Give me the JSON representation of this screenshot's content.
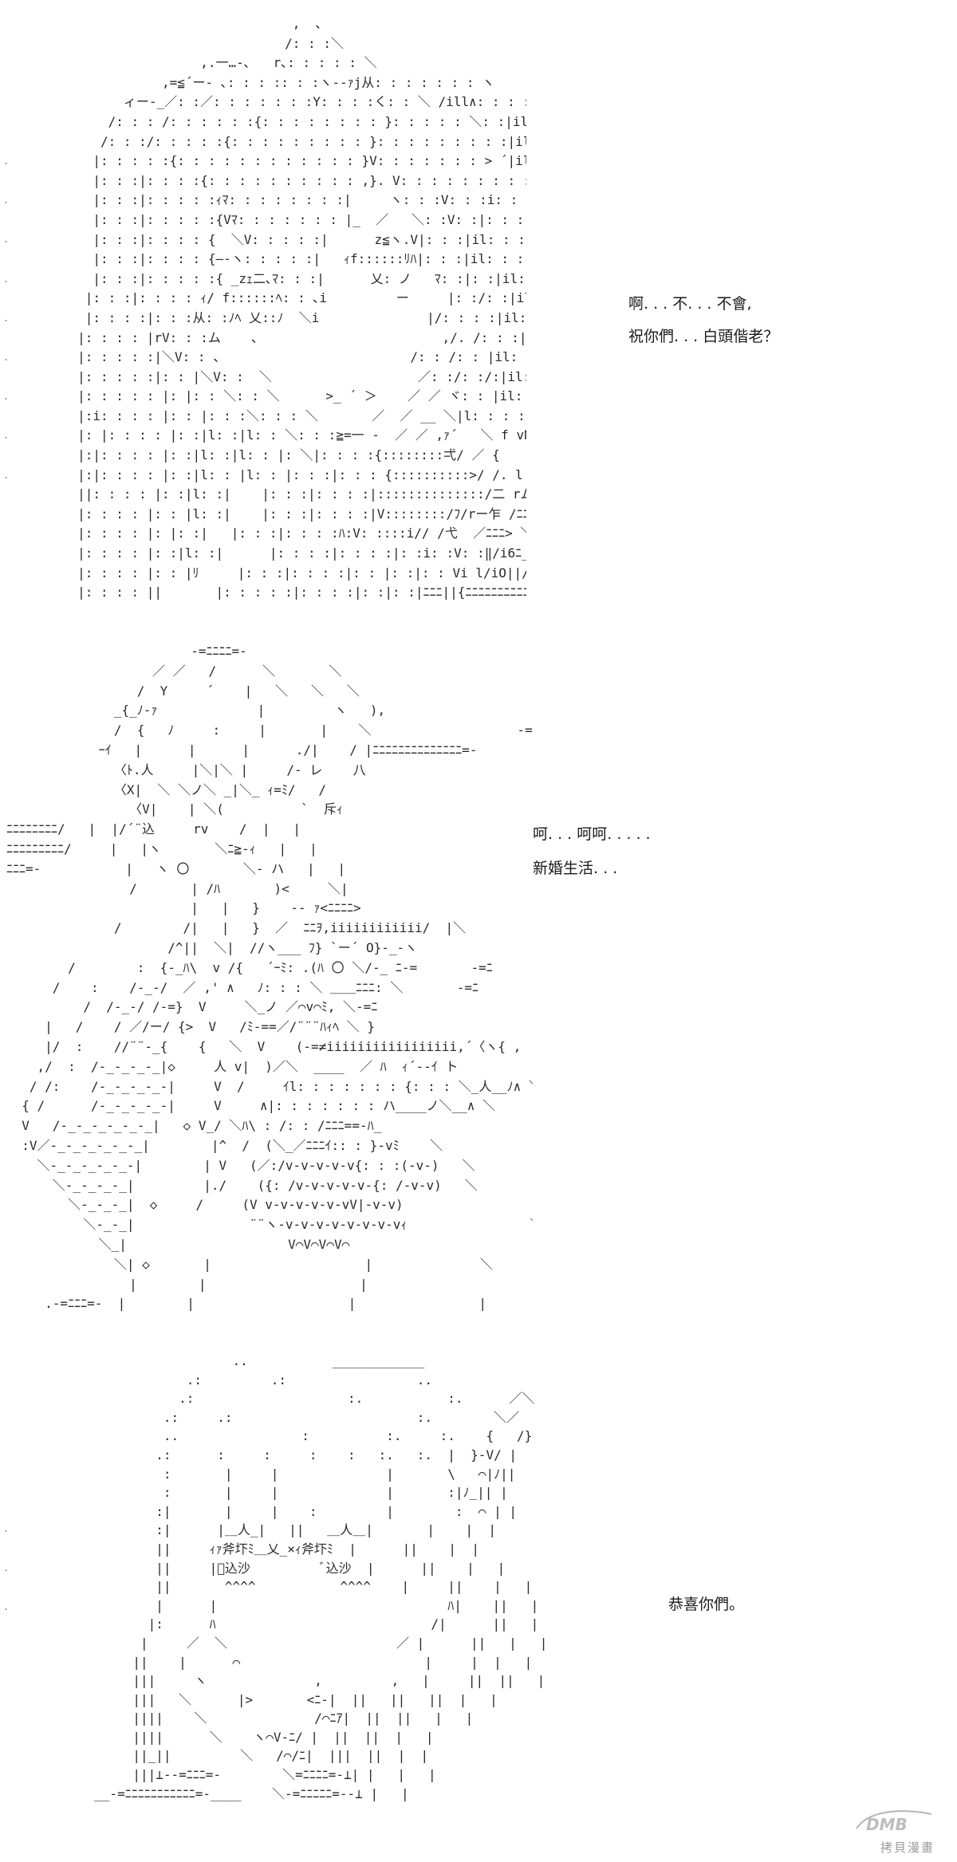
{
  "panels": [
    {
      "art": "                                    ,  ､\n                                   /: : :＼\n                        ,.一…-､   r､: : : : : ＼\n                   ,=≦´ー- ､: : : :: : :ヽ--ｧj从: : : : : : : ヽ\n              ィー-_／: :／: : : : : : :Y: : : :く: : ＼ /ill∧: : : : : : : V\n            /: : : /: : : : : :{: : : : : : : : }: : : : : ＼: :|ililili|i|i: : : : : : V\n           /: : :/: : : : :{: : : : : : : : : }: : : : : : : : :|ililil|ill: :ﾏ: : : : : :V、\n          |: : : : :{: : : : : : : : : : : : }V: : : : : : : > ´|il: :ﾏ: : : : : : V ム\n          |: : :|: : : :{: : : : : : : : : : ,}. V: : : : : : : : : :|il: : :ﾏ: : : : : : : V\n          |: : :|: : : : :ｨﾏ: : : : : : : :|     ヽ: : :V: : :i: : :|il: : ＼ V: : : : : : V\n          |: : :|: : : : :{Vﾏ: : : : : : : |_  ／   ＼: :V: :|: : :|il: : : :二ﾆ: : : : : : V\n          |: : :|: : : : {  ＼V: : : : :|      z≦ヽ.V|: : :|il: : : :       `ヽ: : : : : V\n          |: : :|: : : : {―-ヽ: : : : :|   ｨf::::::ﾘﾊ|: : :|il: : : :|il―― ｱ:V: : : : :\n          |: : :|: : : : :{ _zｪ二､ﾏ: : :|      乂: ノ   ﾏ: :|: :|il: : : : : ／: :＼: : : :\n         |: : :|: : : : ｨ/ f::::::ﾍ: : ､i         ー     |: :/: :|il: : ／: ヽ: : : ＼: :\n         |: : : :|: : :从: :ﾉﾍ 乂::ﾉ  ＼i              |/: : : :|il: : : : :ム: : : : ＼\n        |: : : : |rV: : :ム    ､                        ,/. /: : :|il: : : : : : : ム: : : :\n        |: : : : :|＼V: : 、                        /: : /: : |il: : : : : : : :V: : : :\n        |: : : : :|: : |＼V: :  ＼                   ／: :/: :/:|il: : : : : : : : :V: : :\n        |: : : : : |: |: : ＼: : ＼      >_ ´ ＞    ／ ／ ヾ: : |il: : : : : : : : :V: :\n        |:i: : : : |: : |: : :＼: : : ＼       ／  ／ __ ＼|l: : : : : : : : : : V:\n        |: |: : : : |: :|l: :|l: : ＼: : :≧=一 -  ／ ／ ,ｧ´   ＼ f vNﾉ L: :V\n        |:|: : : : |: :|l: :|l: : |: ＼|: : : :{::::::::弌/ ／ {       ㄐ      }: V\n        |:|: : : : |: :|l: : |l: : |: : :|: : : {::::::::::>/ /. l    r ^ヽ f ヽ´ -=ﾆﾆﾆ=-\n        ||: : : : |: :|l: :|    |: : :|: : : :|::::::::::::::/二 rム  弋   _-=ﾆﾆﾆﾆﾆﾆﾆﾆﾆ\n        |: : : : |: : |l: :|    |: : :|: : : :|V::::::::/ﾌ/rー乍 /ﾆﾆﾆ/      |ﾆﾆﾆ|\n        |: : : : |: |: :|   |: : :|: : : :ﾊ:V: ::::i// /弋  ／ﾆﾆﾆ> ＼    /=ﾆﾆ|\n        |: : : : |: :|l: :|      |: : : :|: : : :|: :i: :V: :‖/i6ﾆ_／ﾆﾆﾆﾆﾆﾆﾆ=-ｨﾆﾆｲ\n        |: : : : |: : |ﾘ     |: : :|: : : :|: : |: :|: : Vi l/iO||/=ﾆﾆﾆﾆﾆﾆﾆﾆﾆﾆﾆﾆﾆﾆ|\n        |: : : : ||       |: : : : :|: : : :|: :|: :|ﾆﾆﾆ||{ﾆﾆﾆﾆﾆﾆﾆﾆﾆﾆﾆﾆﾆﾆﾆ\n        |: : : ﾉ:| |         |: : : :|: : :|: :|: :|:{ﾆﾆﾆ|| ＼ﾆﾆﾆﾆﾆﾆﾆﾆﾆﾆﾆﾆﾆﾆﾆ",
      "speech": [
        "啊. . . 不. . . 不會,",
        "祝你們. . . 白頭偕老？"
      ]
    },
    {
      "art": "                        -=ﾆﾆﾆﾆ=-\n                   ／ ／   /      ＼       ＼\n                 /  Y     ´    |   ＼   ＼   ＼\n              _{_ﾉ-ｧ             |         ヽ   ),                              -=ﾆ\n              /  {   ﾉ     :     |       |    ＼                   -=ﾆﾆﾆﾆﾆ\n            ｰｲ   |      |      |      ./|    / |ﾆﾆﾆﾆﾆﾆﾆﾆﾆﾆﾆﾆﾆﾆ=-\n              〈ﾄ.人     |＼|＼ |     /- レ    八\n              〈X|  ＼ ＼ノ＼ _|＼_ ｨ=ﾐ/   /\n                〈V|    | ＼(          `  斥ｨ\nﾆﾆﾆﾆﾆﾆﾆﾆ/   |  |/´¨込     rv    /  |   |\nﾆﾆﾆﾆﾆﾆﾆﾆﾆ/     |   |ヽ       ＼ﾆ≧-ｨ   |   |\nﾆﾆﾆ=-           |   ヽ 〇       ＼- ハ   |   |\n                /       | /ﾊ       )<     ＼|\n                        |   |   }    -- ｧ<ﾆﾆﾆﾆ>\n              /        /|   |   }  ／  ﾆﾆｦ,iiiiiiiiiiii/  |＼\n                     /^||  ＼|  //ヽ___ ﾌ} `ー´ O}-_-ヽ\n        /        :  {-_ﾊ\\  v /{   ´ｰﾐ: .(ﾊ 〇 ＼/-_ ﾆ-=       -=ﾆ\n      /    :    /-_-/  ／ ,' ∧   ﾉ: : : ＼ ＿＿ﾆﾆﾆ: ＼       -=ﾆ\n          /  /-_-/ /-=}  V     ＼_ノ ／⌒v⌒ﾐ, ＼-=ﾆ\n     |   /    / ／/ー/ {>  V   /ﾐ-==／/¨¨¨ﾊｨﾍ ＼ }\n     |/  :    //¨¨-_{    {   ＼  V    (-=≠iiiiiiiiiiiiiiiii,´〈ヽ{ ,\n    ,/  :  /-_-_-_-_|◇     人 v|  )／＼  ____  ／ ﾊ  ｨ´--ｲ ト\n   / /:    /-_-_-_-_-|     V  /     ｲl: : : : : : : {: : : ＼_人__ﾉ∧ ＼\n  { /      /-_-_-_-_-|     V     ∧|: : : : : : : ハ____ノ＼__∧ ＼\n  V   /-_-_-_-_-_-_|   ◇ V_/ ＼ﾊ\\ : /: : /ﾆﾆﾆ==-ﾊ_\n  :V／-_-_-_-_-_-_|        |^  /  (＼_／ﾆﾆﾆｲ:: : }-vﾐ    ＼\n    ＼-_-_-_-_-_-|        | V   (／:/v-v-v-v-v{: : :(-v-)   ＼\n      ＼-_-_-_-_|         |./    ({: /v-v-v-v-v-{: /-v-v)   ＼\n        ＼-_-_-_|  ◇     /     (V v-v-v-v-v-vV|-v-v)\n          ＼-_-_|               ¨¨ヽ-v-v-v-v-v-v-v-vｨ                ＼\n            ＼_|                     V⌒V⌒V⌒V⌒\n              ＼| ◇       |                    |              ＼        V\n                |        |                    |\n     .-=ﾆﾆﾆ=-  |        |                    |                |",
      "speech": [
        "呵. . . 呵呵. . . . .",
        "新婚生活. . ."
      ]
    },
    {
      "art": "                       ..           ____________\n                 .:         .:                 ..\n                .:                    :.           :.      ／＼\n              .:     .:                        :.        ＼／\n              ..                :          :.     :.    {   /}\n             .:      :     :     :    :   :.   :.  |  }-V/ |\n              :       |     |              |       \\   ⌒|ﾉ||\n              :       |     |              |       :|ﾉ_|| |\n             :|       |     |    :         |        :  ⌒ | |\n             :|      |＿人_|   ||   ＿人＿|       |    |  |\n             ||     ｨｧ斧圷ﾐ＿乂_×ｨ斧圷ﾐ  |      ||    |  |\n             ||     |ﾞ込沙         ﾞ込沙  |      ||    |   |\n             ||       ^^^^           ^^^^    |     ||    |   |\n             |      |                              ﾊ|    ||   |\n            |:      ﾊ                            /|      ||   |\n           |     ／  ＼                      ／ |      ||   |   |\n          ||    |      ⌒                        |     |  |   |\n          |||     ヽ              ,         ,   |     ||  ||   |\n          |||   ＼      |>       <ﾆ-|  ||   ||   ||  |   |\n          ||||    ＼              /⌒ﾆｱ|  ||  ||   |   |\n          ||||      ＼    ヽ⌒V-ﾆ/ |  ||  ||  |   |\n          ||_||         ＼   /⌒/ﾆ|  |||  ||  |  |\n          |||⊥--=ﾆﾆﾆ=-        ＼=ﾆﾆﾆﾆ=-⊥| |   |   |\n     __-=ﾆﾆﾆﾆﾆﾆﾆﾆﾆﾆﾆ=-____    ＼-=ﾆﾆﾆﾆﾆ=--⊥ |   |",
      "speech": [
        "恭喜你們。"
      ]
    }
  ],
  "watermark": {
    "text": "拷貝漫畫",
    "logo_label": "DMB"
  }
}
